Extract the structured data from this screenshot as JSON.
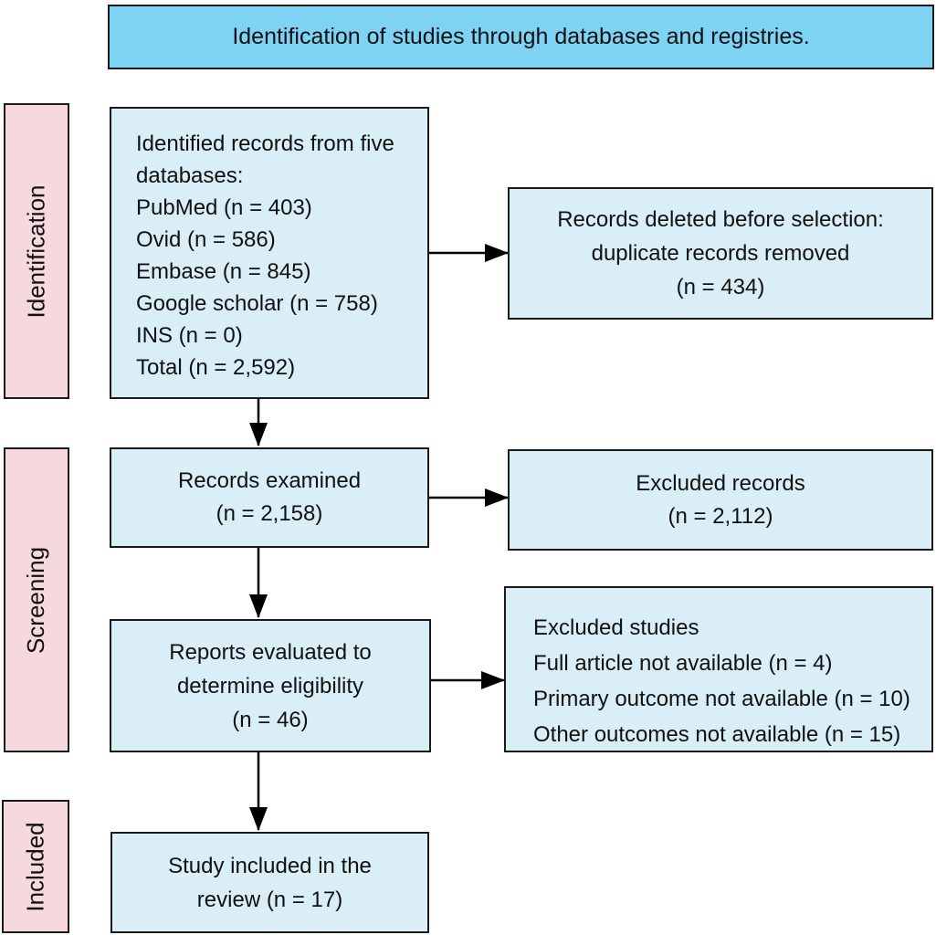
{
  "title": "Identification of studies through databases and registries.",
  "stages": [
    {
      "id": "identification",
      "label": "Identification"
    },
    {
      "id": "screening",
      "label": "Screening"
    },
    {
      "id": "included",
      "label": "Included"
    }
  ],
  "boxes": {
    "identified_records": {
      "lines": [
        "Identified records from five",
        "databases:",
        "PubMed (n = 403)",
        "Ovid (n = 586)",
        "Embase (n = 845)",
        "Google scholar (n = 758)",
        "INS (n = 0)",
        "Total (n = 2,592)"
      ]
    },
    "records_deleted": {
      "lines": [
        "Records deleted before selection:",
        "duplicate records removed",
        "(n = 434)"
      ]
    },
    "records_examined": {
      "lines": [
        "Records examined",
        "(n = 2,158)"
      ]
    },
    "excluded_records": {
      "lines": [
        "Excluded records",
        "(n = 2,112)"
      ]
    },
    "reports_evaluated": {
      "lines": [
        "Reports evaluated to",
        "determine eligibility",
        "(n = 46)"
      ]
    },
    "excluded_studies": {
      "lines": [
        "Excluded studies",
        "Full article not available (n = 4)",
        "Primary outcome not available (n = 10)",
        "Other outcomes not available (n = 15)"
      ]
    },
    "study_included": {
      "lines": [
        "Study included in the",
        "review (n = 17)"
      ]
    }
  },
  "colors": {
    "header_fill": "#7ED3F5",
    "box_fill": "#D9EEF7",
    "stage_fill": "#F6D9DC",
    "border": "#1A1A1A",
    "arrow": "#000000",
    "background": "#FFFFFF",
    "text": "#111111"
  }
}
